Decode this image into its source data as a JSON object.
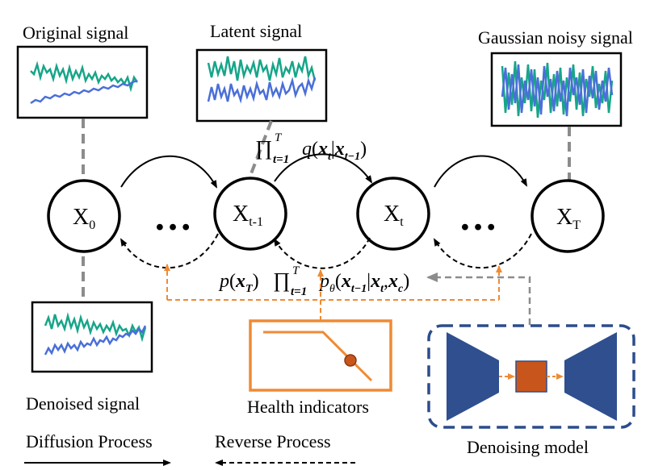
{
  "labels": {
    "original_signal": "Original signal",
    "latent_signal": "Latent signal",
    "gaussian_signal": "Gaussian noisy signal",
    "denoised_signal": "Denoised signal",
    "health_indicators": "Health indicators",
    "denoising_model": "Denoising model",
    "diffusion_process": "Diffusion Process",
    "reverse_process": "Reverse Process",
    "ellipsis": "…"
  },
  "nodes": {
    "x0": {
      "base": "X",
      "sub": "0"
    },
    "xt1": {
      "base": "X",
      "sub": "t-1"
    },
    "xt": {
      "base": "X",
      "sub": "t"
    },
    "xT": {
      "base": "X",
      "sub": "T"
    }
  },
  "formulas": {
    "forward": {
      "prod": "∏",
      "sub": "t=1",
      "sup": "T",
      "q": "q",
      "open": "(",
      "x": "x",
      "t": "t",
      "bar": "|",
      "tm1": "t−1",
      "close": ")"
    },
    "reverse": {
      "p": "p",
      "open": "(",
      "x": "x",
      "T": "T",
      "close": ")",
      "prod": "∏",
      "sub": "t=1",
      "sup": "T",
      "theta": "θ",
      "tm1": "t−1",
      "bar": "|",
      "t": "t",
      "comma": ",",
      "c": "c"
    }
  },
  "colors": {
    "teal": "#17a589",
    "blue": "#4a6fd8",
    "orange": "#ef8a34",
    "navy": "#2c4c8c",
    "model_blue": "#2f4f8f",
    "model_core": "#c8561c",
    "gray": "#8c8c8c"
  }
}
